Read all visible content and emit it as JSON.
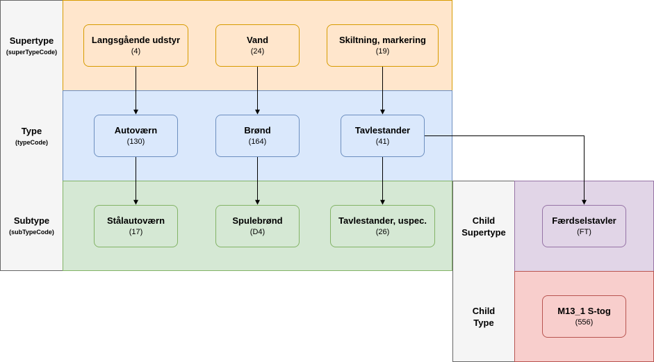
{
  "rows": {
    "supertype": {
      "title": "Supertype",
      "code": "(superTypeCode)"
    },
    "type": {
      "title": "Type",
      "code": "(typeCode)"
    },
    "subtype": {
      "title": "Subtype",
      "code": "(subTypeCode)"
    },
    "child_supertype": {
      "title": "Child Supertype"
    },
    "child_type": {
      "title": "Child Type"
    }
  },
  "nodes": {
    "langsgaaende": {
      "name": "Langsgående udstyr",
      "code": "(4)"
    },
    "vand": {
      "name": "Vand",
      "code": "(24)"
    },
    "skiltning": {
      "name": "Skiltning, markering",
      "code": "(19)"
    },
    "autovaern": {
      "name": "Autoværn",
      "code": "(130)"
    },
    "broend": {
      "name": "Brønd",
      "code": "(164)"
    },
    "tavlestander": {
      "name": "Tavlestander",
      "code": "(41)"
    },
    "staalautovaern": {
      "name": "Stålautoværn",
      "code": "(17)"
    },
    "spulebroend": {
      "name": "Spulebrønd",
      "code": "(D4)"
    },
    "tavlestander_uspec": {
      "name": "Tavlestander, uspec.",
      "code": "(26)"
    },
    "faerdselstavler": {
      "name": "Færdselstavler",
      "code": "(FT)"
    },
    "m13": {
      "name": "M13_1 S-tog",
      "code": "(556)"
    }
  },
  "colors": {
    "supertype_band": "#ffe6cc",
    "type_band": "#dae8fc",
    "subtype_band": "#d5e8d4",
    "child_supertype_band": "#e1d5e7",
    "child_type_band": "#f8cecc",
    "label_column": "#f5f5f5"
  }
}
